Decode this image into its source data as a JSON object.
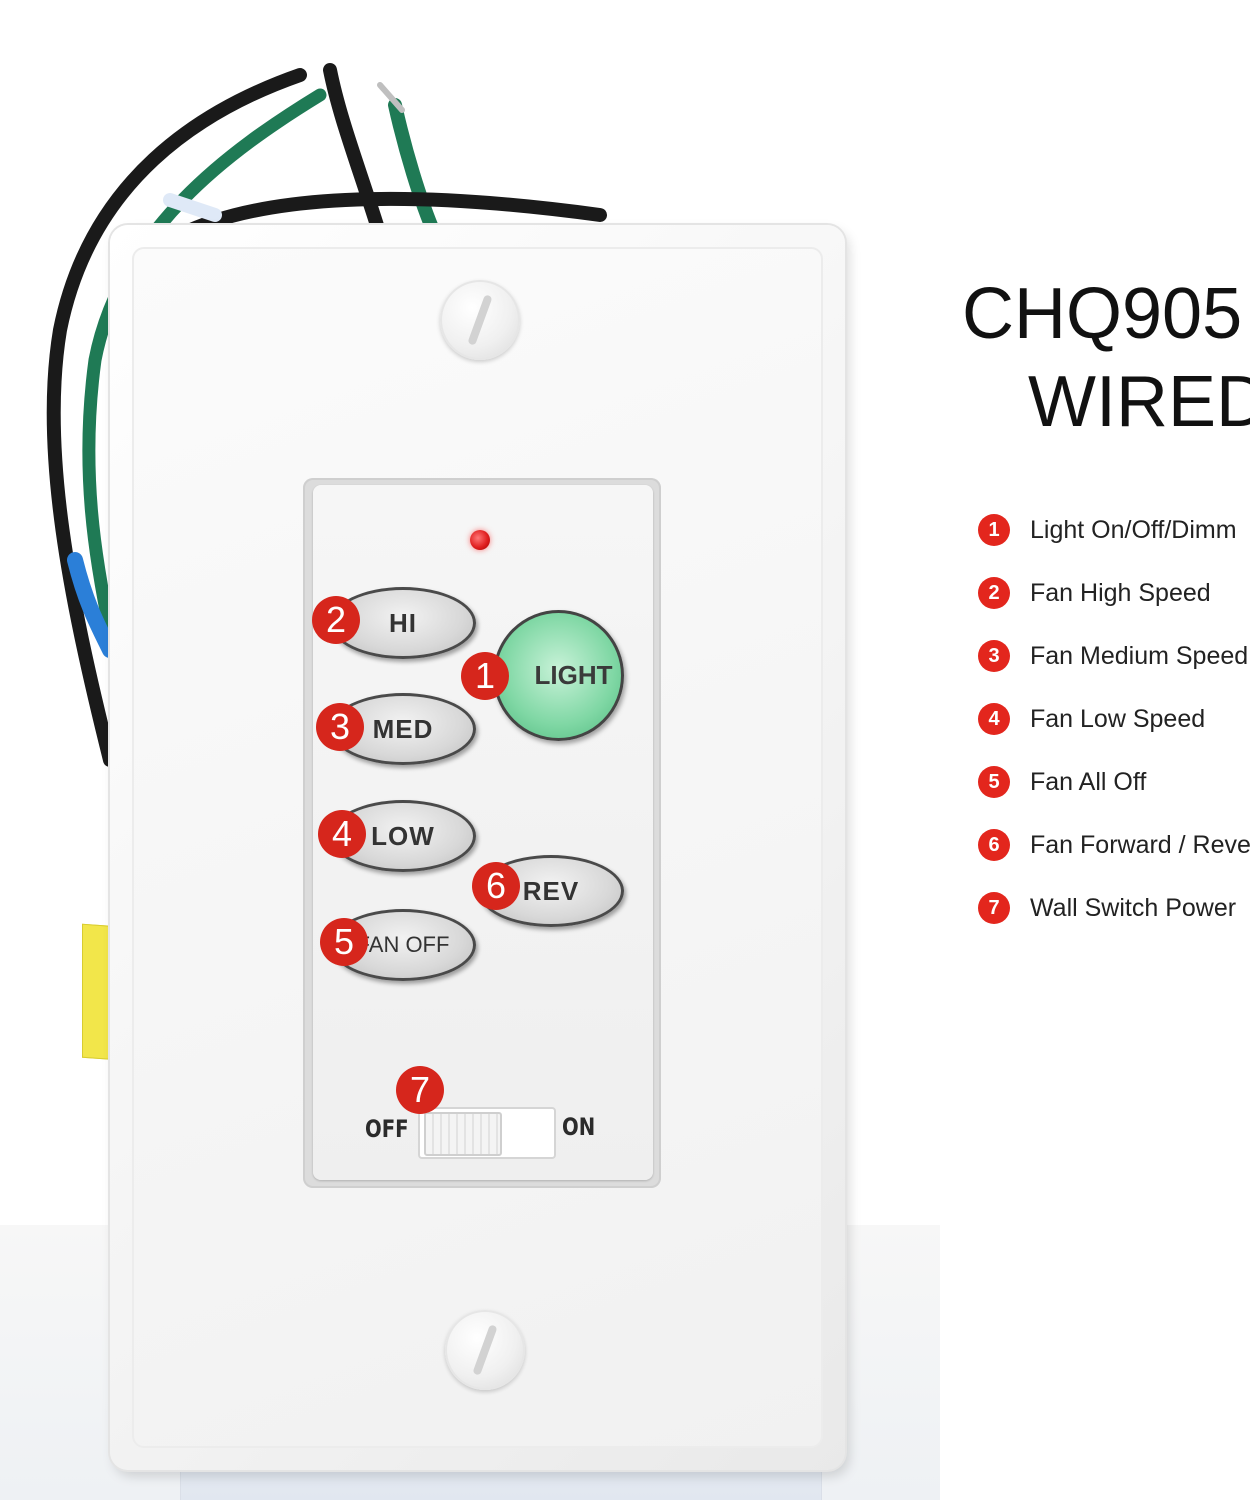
{
  "title": "CHQ905",
  "subtitle": "WIRED",
  "device": {
    "buttons": {
      "hi": "HI",
      "med": "MED",
      "low": "LOW",
      "fan_off": "FAN OFF",
      "rev": "REV",
      "light": "LIGHT"
    },
    "switch": {
      "off": "OFF",
      "on": "ON",
      "state": "OFF"
    },
    "markers": [
      "1",
      "2",
      "3",
      "4",
      "5",
      "6",
      "7"
    ]
  },
  "legend": [
    {
      "num": "1",
      "label": "Light On/Off/Dimm"
    },
    {
      "num": "2",
      "label": "Fan High Speed"
    },
    {
      "num": "3",
      "label": "Fan Medium Speed"
    },
    {
      "num": "4",
      "label": "Fan Low Speed"
    },
    {
      "num": "5",
      "label": "Fan All Off"
    },
    {
      "num": "6",
      "label": "Fan Forward / Reve"
    },
    {
      "num": "7",
      "label": "Wall Switch Power"
    }
  ],
  "colors": {
    "marker": "#d6261c",
    "light_button": "#7fd7a4",
    "led": "#e02020",
    "wire_black": "#1a1a1a",
    "wire_green": "#1f7a55"
  }
}
